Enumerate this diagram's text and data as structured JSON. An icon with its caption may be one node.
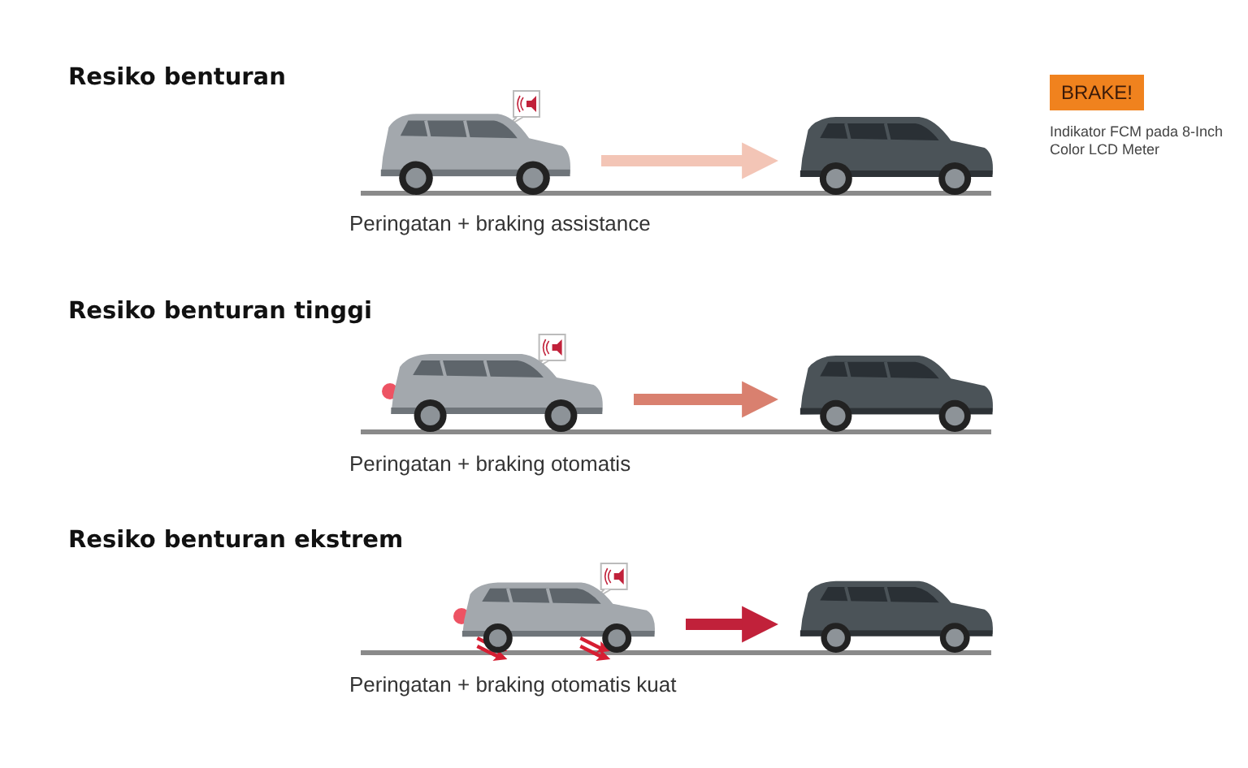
{
  "diagram": {
    "nodes": [
      {
        "text": [],
        "shape": "picture"
      },
      {
        "text": [],
        "shape": "picture"
      },
      {
        "text": [],
        "shape": "picture"
      },
      {
        "text": [],
        "shape": "picture"
      },
      {
        "text": [],
        "shape": "picture"
      },
      {
        "text": [],
        "shape": "picture"
      },
      {
        "text": [
          "BRAKE!"
        ],
        "beside": [
          "Indikator FCM pada 8-Inch Color LCD Meter"
        ]
      }
    ],
    "edges": [
      {
        "from": 0,
        "to": 1,
        "arrow": "to",
        "color": "#f3c5b6"
      },
      {
        "from": 2,
        "to": 3,
        "arrow": "to",
        "color": "#d9806f"
      },
      {
        "from": 4,
        "to": 5,
        "arrow": "to",
        "color": "#c1213a"
      }
    ],
    "labels": [
      "Resiko benturan",
      "Peringatan + braking assistance",
      "Resiko benturan tinggi",
      "Peringatan + braking otomatis",
      "Resiko benturan ekstrem",
      "Peringatan + braking otomatis kuat"
    ]
  }
}
